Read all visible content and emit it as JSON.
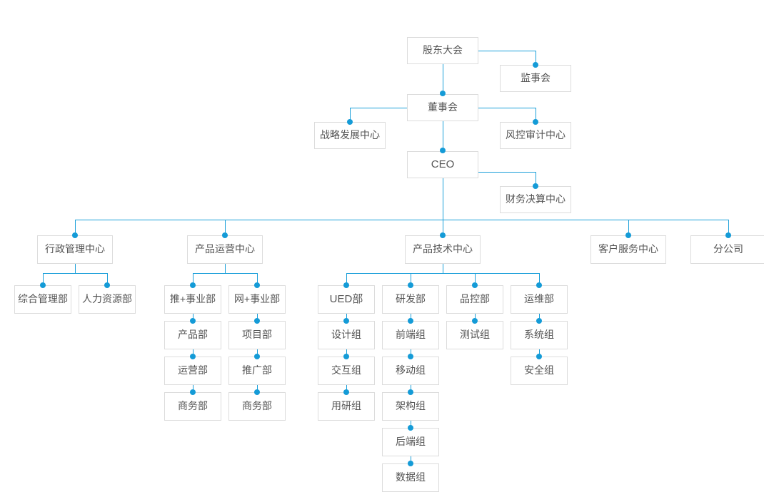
{
  "chart": {
    "title": "",
    "accent_color": "#1a9fd9",
    "dot_color": "#149bd7",
    "box_border_color": "#dcdcdc",
    "text_color": "#555555",
    "background": "#ffffff"
  },
  "nodes": {
    "shareholders_meeting": "股东大会",
    "supervisory_board": "监事会",
    "board_of_directors": "董事会",
    "strategy_development_center": "战略发展中心",
    "risk_audit_center": "风控审计中心",
    "ceo": "CEO",
    "finance_settlement_center": "财务决算中心",
    "admin_management_center": "行政管理中心",
    "general_management_dept": "综合管理部",
    "human_resources_dept": "人力资源部",
    "product_operation_center": "产品运营中心",
    "tui_business_unit": "推+事业部",
    "product_dept": "产品部",
    "operation_dept": "运营部",
    "business_dept_left": "商务部",
    "wang_business_unit": "网+事业部",
    "project_dept": "项目部",
    "promotion_dept": "推广部",
    "business_dept_right": "商务部",
    "product_tech_center": "产品技术中心",
    "ued_dept": "UED部",
    "design_group": "设计组",
    "interaction_group": "交互组",
    "user_research_group": "用研组",
    "rd_dept": "研发部",
    "frontend_group": "前端组",
    "mobile_group": "移动组",
    "architecture_group": "架构组",
    "backend_group": "后端组",
    "data_group": "数据组",
    "qa_dept": "品控部",
    "test_group": "测试组",
    "ops_dept": "运维部",
    "system_group": "系统组",
    "security_group": "安全组",
    "customer_service_center": "客户服务中心",
    "branch_company": "分公司"
  }
}
